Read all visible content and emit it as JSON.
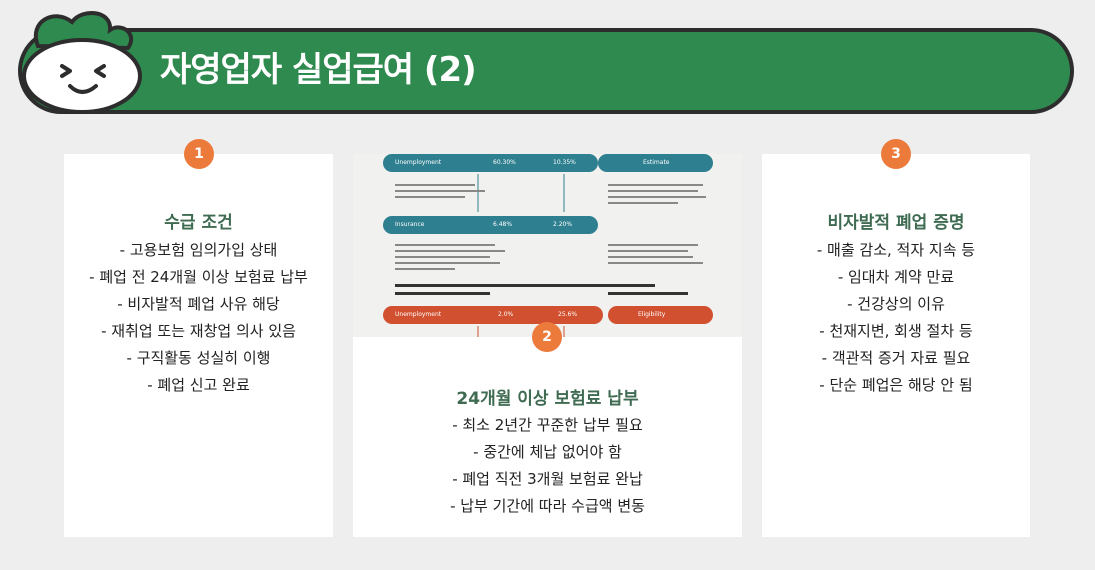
{
  "header": {
    "title": "자영업자 실업급여 (2)"
  },
  "cards": [
    {
      "badge": "1",
      "title": "수급 조건",
      "items": [
        "- 고용보험 임의가입 상태",
        "- 폐업 전 24개월 이상 보험료 납부",
        "- 비자발적 폐업 사유 해당",
        "- 재취업 또는 재창업 의사 있음",
        "- 구직활동 성실히 이행",
        "- 폐업 신고 완료"
      ]
    },
    {
      "badge": "2",
      "title": "24개월 이상 보험료 납부",
      "items": [
        "- 최소 2년간 꾸준한 납부 필요",
        "- 중간에 체납 없어야 함",
        "- 폐업 직전 3개월 보험료 완납",
        "- 납부 기간에 따라 수급액 변동"
      ]
    },
    {
      "badge": "3",
      "title": "비자발적 폐업 증명",
      "items": [
        "- 매출 감소, 적자 지속 등",
        "- 임대차 계약 만료",
        "- 건강상의 이유",
        "- 천재지변, 회생 절차 등",
        "- 객관적 증거 자료 필요",
        "- 단순 폐업은 해당 안 됨"
      ]
    }
  ],
  "infographic": {
    "bars": [
      {
        "label": "Unemployment",
        "v1": "60.30%",
        "v2": "10.35%",
        "right": "Estimate"
      },
      {
        "label": "Insurance",
        "v1": "6.48%",
        "v2": "2.20%"
      },
      {
        "label": "Unemployment",
        "v1": "2.0%",
        "v2": "25.6%",
        "right": "Eligibility"
      }
    ]
  },
  "colors": {
    "accent": "#2e8a4e",
    "badge": "#ec7a3a",
    "teal": "#2e7f8f",
    "red": "#d1502f"
  }
}
